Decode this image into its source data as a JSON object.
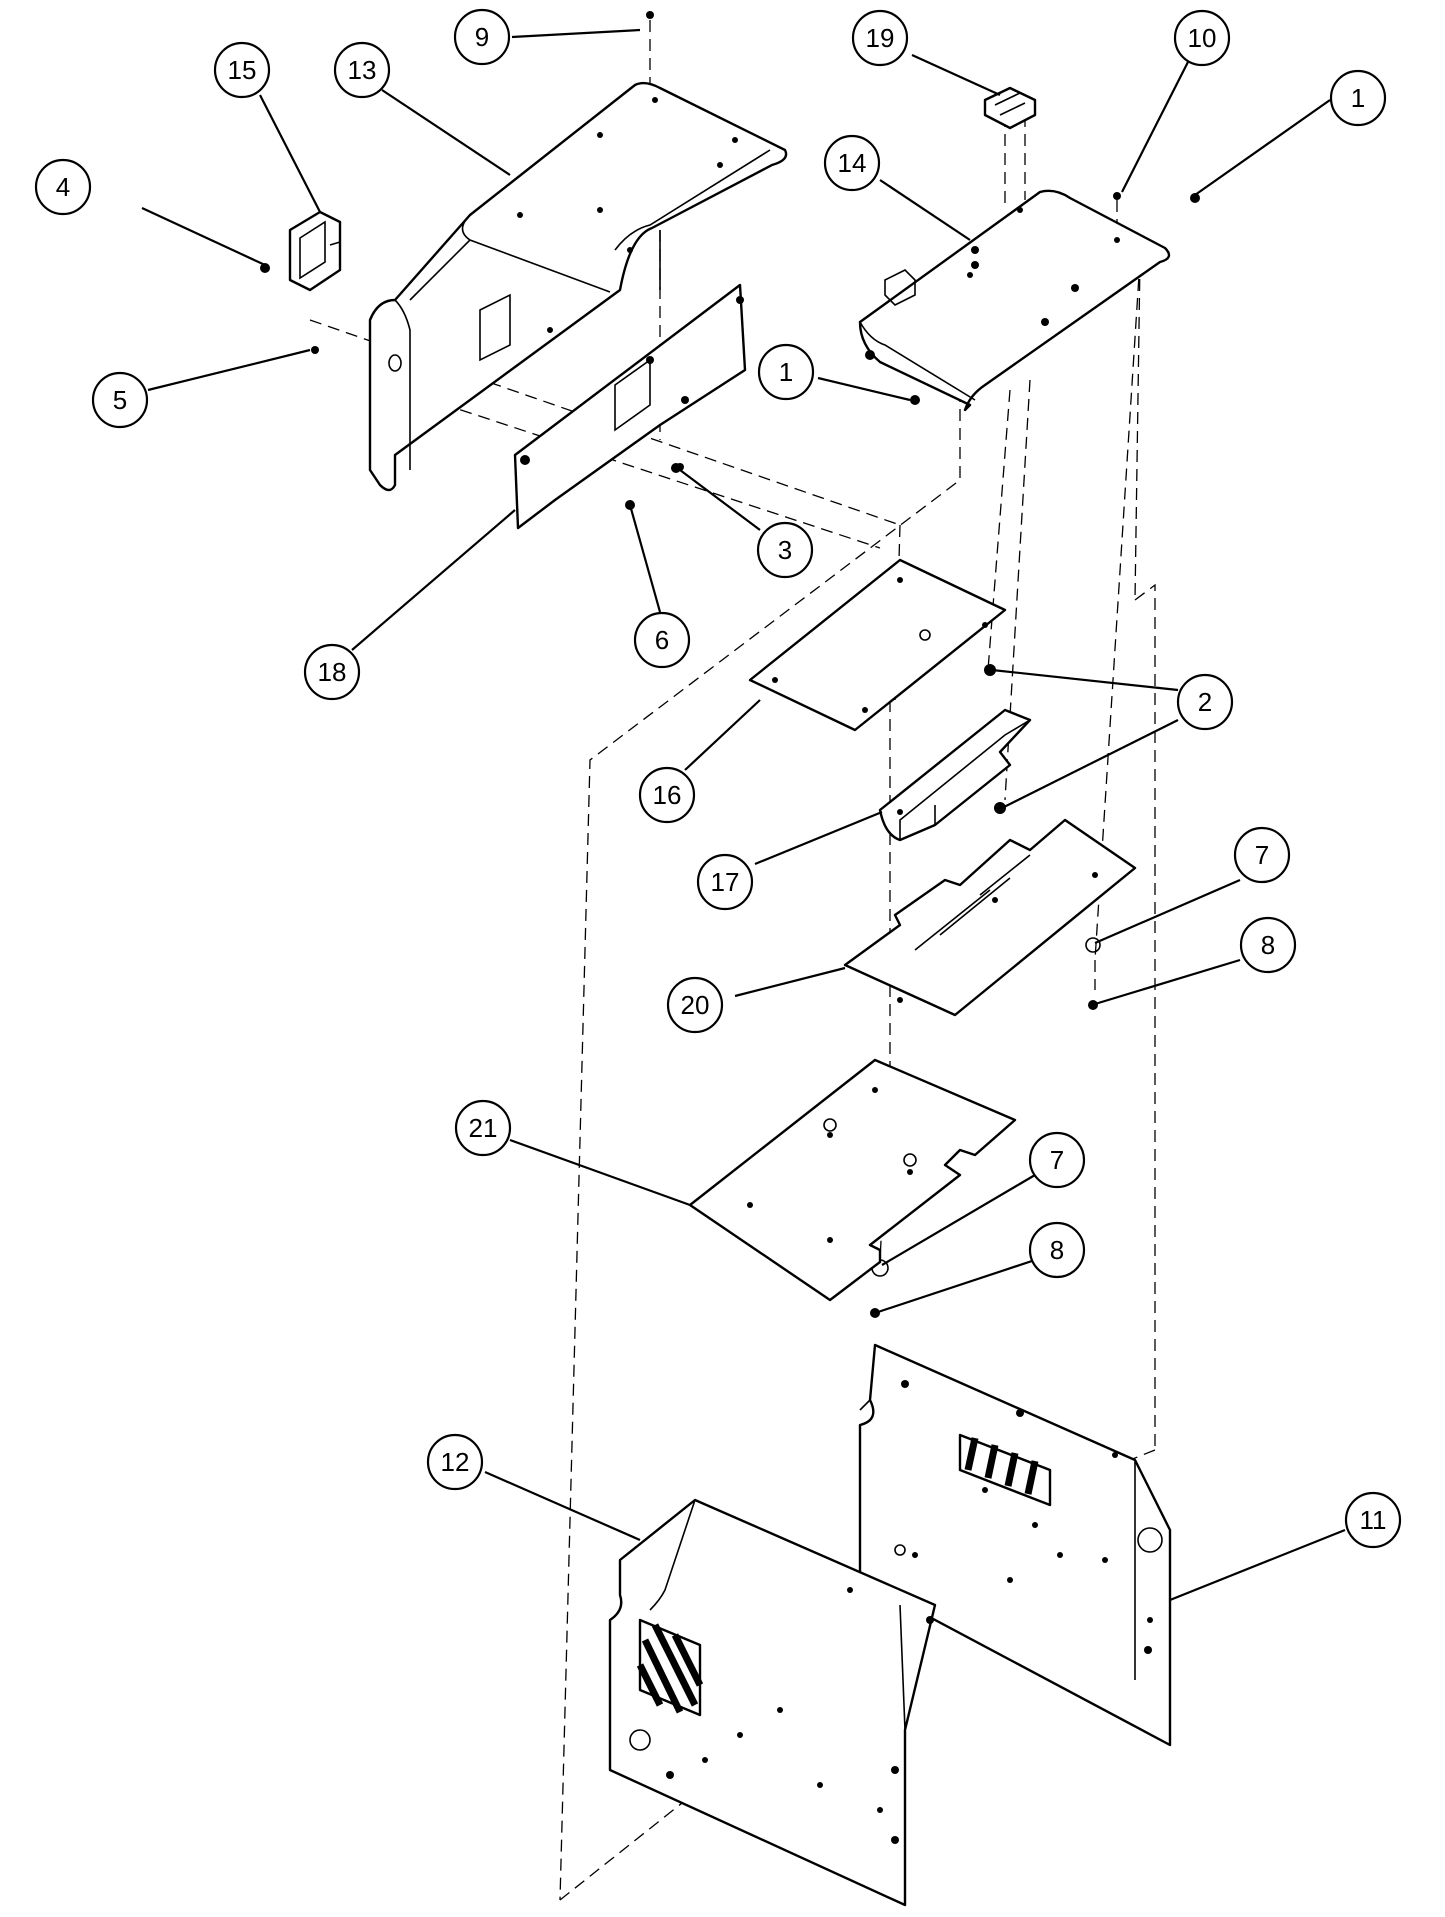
{
  "diagram": {
    "callouts": [
      {
        "id": "c9",
        "label": "9"
      },
      {
        "id": "c19",
        "label": "19"
      },
      {
        "id": "c10",
        "label": "10"
      },
      {
        "id": "c15",
        "label": "15"
      },
      {
        "id": "c13",
        "label": "13"
      },
      {
        "id": "c1a",
        "label": "1"
      },
      {
        "id": "c14",
        "label": "14"
      },
      {
        "id": "c4",
        "label": "4"
      },
      {
        "id": "c5",
        "label": "5"
      },
      {
        "id": "c1b",
        "label": "1"
      },
      {
        "id": "c3",
        "label": "3"
      },
      {
        "id": "c6",
        "label": "6"
      },
      {
        "id": "c18",
        "label": "18"
      },
      {
        "id": "c2",
        "label": "2"
      },
      {
        "id": "c16",
        "label": "16"
      },
      {
        "id": "c17",
        "label": "17"
      },
      {
        "id": "c7a",
        "label": "7"
      },
      {
        "id": "c8a",
        "label": "8"
      },
      {
        "id": "c20",
        "label": "20"
      },
      {
        "id": "c21",
        "label": "21"
      },
      {
        "id": "c7b",
        "label": "7"
      },
      {
        "id": "c8b",
        "label": "8"
      },
      {
        "id": "c12",
        "label": "12"
      },
      {
        "id": "c11",
        "label": "11"
      }
    ]
  }
}
